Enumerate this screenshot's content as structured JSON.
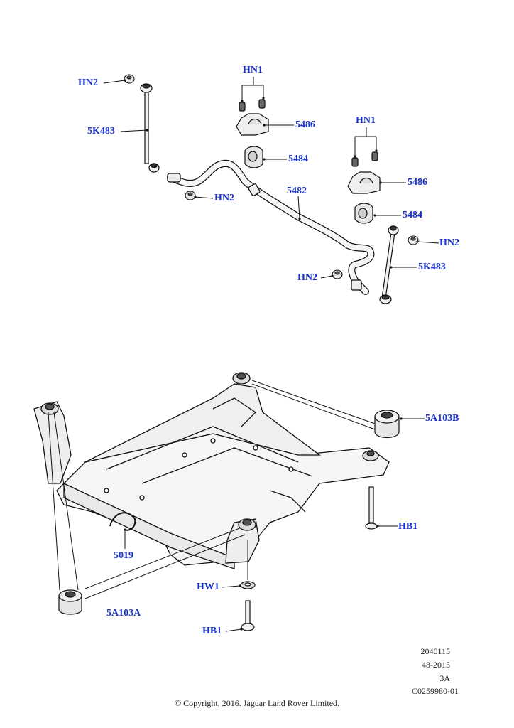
{
  "callouts": {
    "hn2_top_left": "HN2",
    "k483_left": "5K483",
    "hn1_top": "HN1",
    "p5486_top": "5486",
    "p5484_top": "5484",
    "hn2_mid_left": "HN2",
    "p5482": "5482",
    "hn1_right": "HN1",
    "p5486_right": "5486",
    "p5484_right": "5484",
    "hn2_right": "HN2",
    "k483_right": "5K483",
    "hn2_bottom": "HN2",
    "a103b": "5A103B",
    "hb1_right": "HB1",
    "p5019": "5019",
    "hw1": "HW1",
    "a103a": "5A103A",
    "hb1_bottom": "HB1"
  },
  "meta": {
    "line1": "2040115",
    "line2": "48-2015",
    "line3": "3A",
    "line4": "C0259980-01"
  },
  "copyright": "© Copyright, 2016. Jaguar Land Rover Limited.",
  "colors": {
    "callout": "#1a33cc",
    "line": "#111111",
    "part_fill": "#f4f4f4",
    "shade": "#cfcfcf"
  }
}
